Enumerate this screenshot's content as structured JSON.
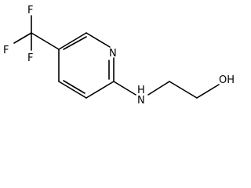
{
  "molecule": {
    "atoms": {
      "f_top": "F",
      "f_left": "F",
      "f_bottom": "F",
      "ring_n": "N",
      "amine_n": "N",
      "amine_h": "H",
      "hydroxyl": "OH"
    }
  }
}
